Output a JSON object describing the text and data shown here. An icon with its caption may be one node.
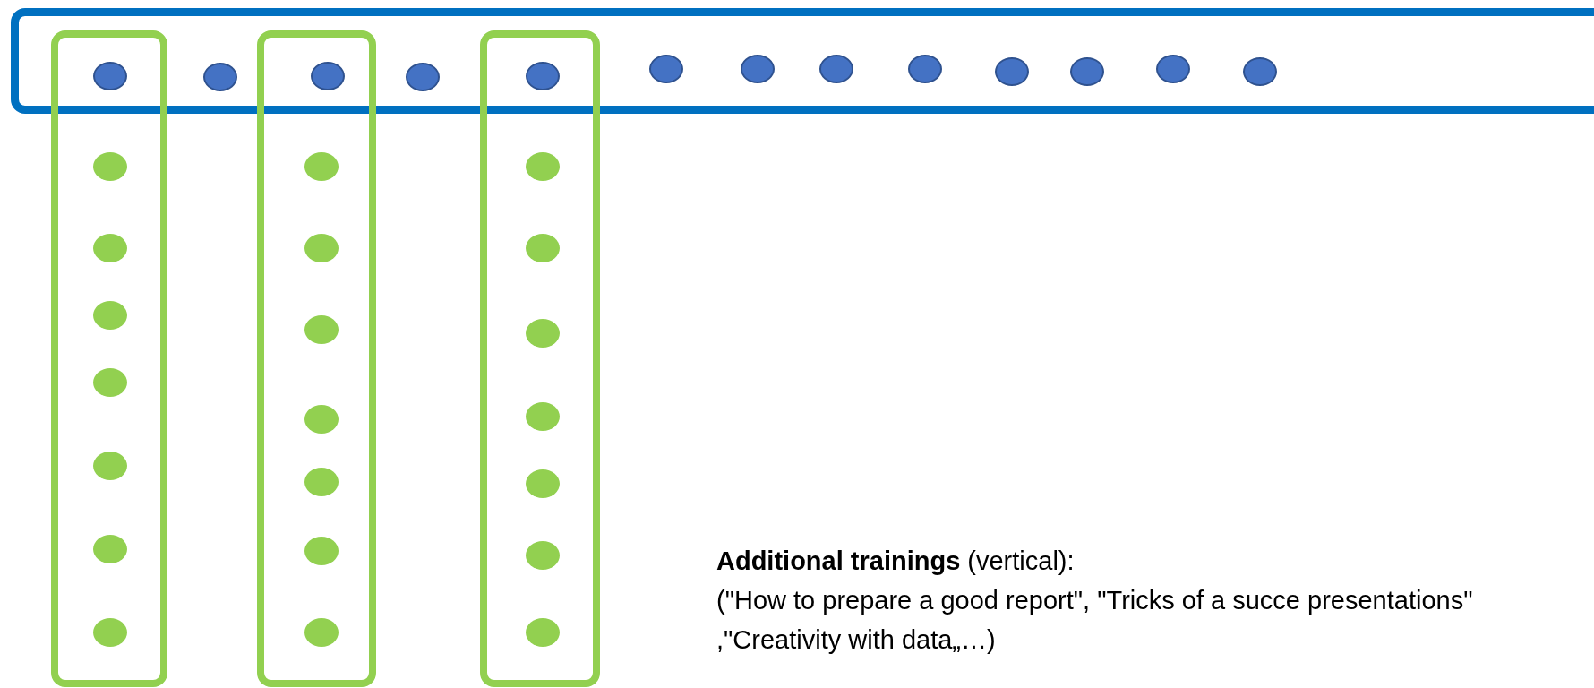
{
  "diagram": {
    "nodes": [
      {
        "text": [],
        "shape": "box"
      },
      {
        "text": [],
        "shape": "box"
      },
      {
        "text": [],
        "shape": "box"
      },
      {
        "text": [],
        "shape": "box"
      },
      {
        "text": [],
        "shape": "circle"
      },
      {
        "text": [],
        "shape": "circle",
        "in": 0
      },
      {
        "text": [],
        "shape": "circle"
      },
      {
        "text": [],
        "shape": "circle",
        "in": 0
      },
      {
        "text": [],
        "shape": "circle"
      },
      {
        "text": [],
        "shape": "circle",
        "in": 0
      },
      {
        "text": [],
        "shape": "circle",
        "in": 0
      },
      {
        "text": [],
        "shape": "circle",
        "in": 0
      },
      {
        "text": [],
        "shape": "circle",
        "in": 0
      },
      {
        "text": [],
        "shape": "circle",
        "in": 0
      },
      {
        "text": [],
        "shape": "circle",
        "in": 0
      },
      {
        "text": [],
        "shape": "circle",
        "in": 0
      },
      {
        "text": [],
        "shape": "circle",
        "in": 0
      },
      {
        "text": [],
        "shape": "circle",
        "in": 1
      },
      {
        "text": [],
        "shape": "circle",
        "in": 1
      },
      {
        "text": [],
        "shape": "circle",
        "in": 1
      },
      {
        "text": [],
        "shape": "circle",
        "in": 1
      },
      {
        "text": [],
        "shape": "circle",
        "in": 1
      },
      {
        "text": [],
        "shape": "circle",
        "in": 1
      },
      {
        "text": [],
        "shape": "circle",
        "in": 1
      },
      {
        "text": [],
        "shape": "circle",
        "in": 2
      },
      {
        "text": [],
        "shape": "circle",
        "in": 2
      },
      {
        "text": [],
        "shape": "circle",
        "in": 2
      },
      {
        "text": [],
        "shape": "circle",
        "in": 2
      },
      {
        "text": [],
        "shape": "circle",
        "in": 2
      },
      {
        "text": [],
        "shape": "circle",
        "in": 2
      },
      {
        "text": [],
        "shape": "circle",
        "in": 2
      },
      {
        "text": [],
        "shape": "circle",
        "in": 3
      },
      {
        "text": [],
        "shape": "circle",
        "in": 3
      },
      {
        "text": [],
        "shape": "circle",
        "in": 3
      },
      {
        "text": [],
        "shape": "circle",
        "in": 3
      },
      {
        "text": [],
        "shape": "circle",
        "in": 3
      },
      {
        "text": [],
        "shape": "circle",
        "in": 3
      },
      {
        "text": [],
        "shape": "circle",
        "in": 3
      }
    ],
    "labels": [
      "**Additional trainings** (vertical):",
      "(\"How to prepare a good report\", \"Tricks of a succe presentations\" ,\"Creativity with data„…)"
    ]
  }
}
